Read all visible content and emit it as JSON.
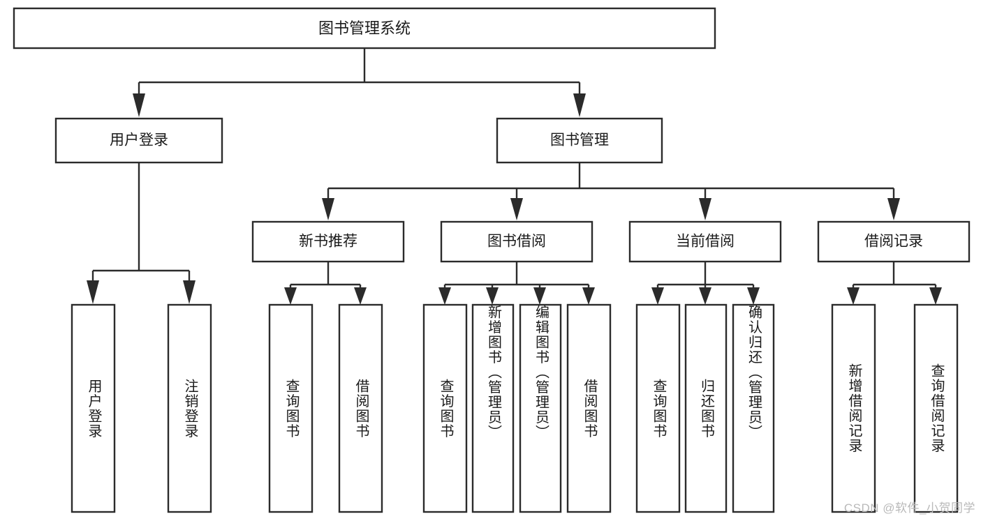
{
  "diagram": {
    "type": "tree-hierarchy",
    "title_node": {
      "id": "root",
      "label": "图书管理系统"
    },
    "level2": [
      {
        "id": "user-login",
        "label": "用户登录"
      },
      {
        "id": "book-management",
        "label": "图书管理"
      }
    ],
    "level3": [
      {
        "id": "new-book-recommend",
        "label": "新书推荐",
        "parent": "book-management"
      },
      {
        "id": "book-borrow",
        "label": "图书借阅",
        "parent": "book-management"
      },
      {
        "id": "current-borrow",
        "label": "当前借阅",
        "parent": "book-management"
      },
      {
        "id": "borrow-record",
        "label": "借阅记录",
        "parent": "book-management"
      }
    ],
    "leaves": [
      {
        "id": "leaf-user-login",
        "label": "用户登录",
        "parent": "user-login"
      },
      {
        "id": "leaf-logout-login",
        "label": "注销登录",
        "parent": "user-login"
      },
      {
        "id": "leaf-query-book-1",
        "label": "查询图书",
        "parent": "new-book-recommend"
      },
      {
        "id": "leaf-borrow-book-1",
        "label": "借阅图书",
        "parent": "new-book-recommend"
      },
      {
        "id": "leaf-query-book-2",
        "label": "查询图书",
        "parent": "book-borrow"
      },
      {
        "id": "leaf-add-book",
        "label": "新增图书（管理员）",
        "parent": "book-borrow"
      },
      {
        "id": "leaf-edit-book",
        "label": "编辑图书（管理员）",
        "parent": "book-borrow"
      },
      {
        "id": "leaf-borrow-book-2",
        "label": "借阅图书",
        "parent": "book-borrow"
      },
      {
        "id": "leaf-query-book-3",
        "label": "查询图书",
        "parent": "current-borrow"
      },
      {
        "id": "leaf-return-book",
        "label": "归还图书",
        "parent": "current-borrow"
      },
      {
        "id": "leaf-confirm-return",
        "label": "确认归还（管理员）",
        "parent": "current-borrow"
      },
      {
        "id": "leaf-add-record",
        "label": "新增借阅记录",
        "parent": "borrow-record"
      },
      {
        "id": "leaf-query-record",
        "label": "查询借阅记录",
        "parent": "borrow-record"
      }
    ],
    "colors": {
      "stroke": "#2b2b2b",
      "fill": "#ffffff",
      "text": "#1a1a1a",
      "background": "#ffffff",
      "watermark": "#b9b9b9"
    }
  },
  "watermark": {
    "text": "CSDN @软件_小贺同学"
  }
}
